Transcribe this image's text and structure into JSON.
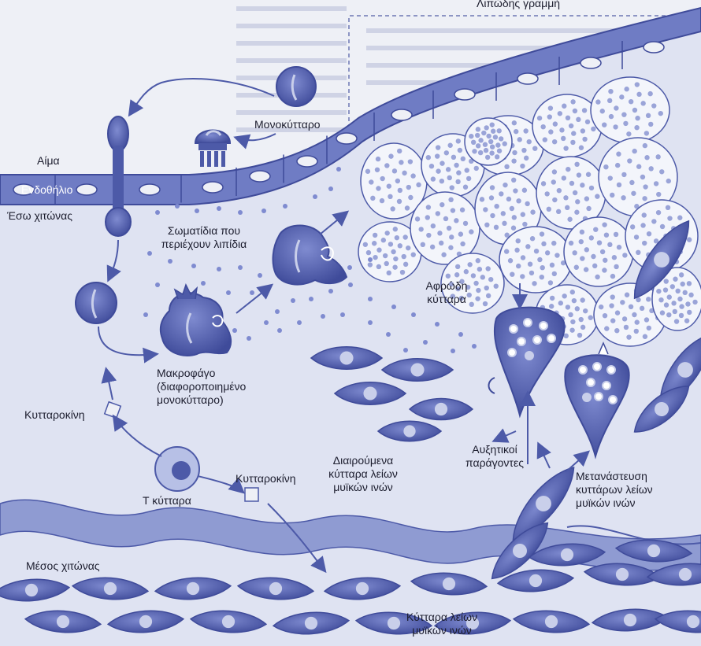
{
  "labels": {
    "header_fragment": "Λιπώδης γραμμή",
    "blood": "Αίμα",
    "endothelium": "Ενδοθήλιο",
    "inner_layer": "Έσω χιτώνας",
    "monocyte": "Μονοκύτταρο",
    "lipid_particles_line1": "Σωματίδια που",
    "lipid_particles_line2": "περιέχουν λιπίδια",
    "foam_cells_line1": "Αφρώδη",
    "foam_cells_line2": "κύτταρα",
    "macrophage_line1": "Μακροφάγο",
    "macrophage_line2": "(διαφοροποιημένο",
    "macrophage_line3": "μονοκύτταρο)",
    "cytokine_left": "Κυτταροκίνη",
    "cytokine_right": "Κυτταροκίνη",
    "t_cell": "Τ κύτταρα",
    "dividing_smc_line1": "Διαιρούμενα",
    "dividing_smc_line2": "κύτταρα λείων",
    "dividing_smc_line3": "μυϊκών ινών",
    "growth_factors_line1": "Αυξητικοί",
    "growth_factors_line2": "παράγοντες",
    "migration_line1": "Μετανάστευση",
    "migration_line2": "κυττάρων λείων",
    "migration_line3": "μυϊκών ινών",
    "media": "Μέσος χιτώνας",
    "smc_line1": "Κύτταρα λείων",
    "smc_line2": "μυϊκών ινών"
  },
  "colors": {
    "page": "#eef0f6",
    "tissue": "#dfe3f2",
    "cell_fill": "#4d5aa8",
    "cell_light": "#8f9bd2",
    "nucleus": "#c9cfea",
    "foam_fill": "#f3f5fb",
    "foam_dot": "#9aa4d8",
    "arrow": "#4d5aa8"
  }
}
